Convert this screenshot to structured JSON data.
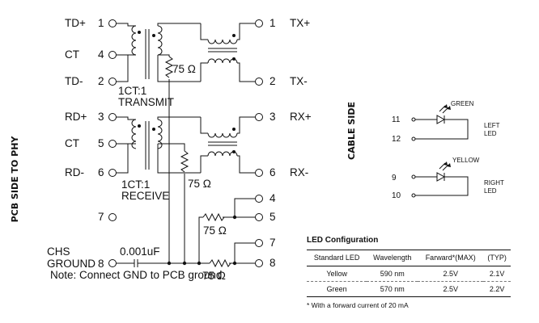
{
  "left_side_label": "PCB SIDE TO PHY",
  "right_side_label": "CABLE SIDE",
  "pcb_pins": [
    {
      "name": "TD+",
      "num": "1"
    },
    {
      "name": "CT",
      "num": "4"
    },
    {
      "name": "TD-",
      "num": "2"
    },
    {
      "name": "RD+",
      "num": "3"
    },
    {
      "name": "CT",
      "num": "5"
    },
    {
      "name": "RD-",
      "num": "6"
    }
  ],
  "nc_pin": "7",
  "chassis": {
    "line1": "CHS",
    "line2": "GROUND",
    "num": "8",
    "cap": "0.001uF"
  },
  "transmit_block": {
    "ratio": "1CT:1",
    "name": "TRANSMIT"
  },
  "receive_block": {
    "ratio": "1CT:1",
    "name": "RECEIVE"
  },
  "resistor_value": "75 Ω",
  "cable_pins": [
    {
      "num": "1",
      "name": "TX+"
    },
    {
      "num": "2",
      "name": "TX-"
    },
    {
      "num": "3",
      "name": "RX+"
    },
    {
      "num": "6",
      "name": "RX-"
    },
    {
      "num": "4",
      "name": ""
    },
    {
      "num": "5",
      "name": ""
    },
    {
      "num": "7",
      "name": ""
    },
    {
      "num": "8",
      "name": ""
    }
  ],
  "note": "Note: Connect GND to PCB ground",
  "leds": [
    {
      "pin_a": "11",
      "pin_b": "12",
      "color": "GREEN",
      "label": "LEFT LED"
    },
    {
      "pin_a": "9",
      "pin_b": "10",
      "color": "YELLOW",
      "label": "RIGHT LED"
    }
  ],
  "led_table": {
    "title": "LED Configuration",
    "headers": [
      "Standard LED",
      "Wavelength",
      "Farward*(MAX)",
      "(TYP)"
    ],
    "rows": [
      [
        "Yellow",
        "590 nm",
        "2.5V",
        "2.1V"
      ],
      [
        "Green",
        "570 nm",
        "2.5V",
        "2.2V"
      ]
    ],
    "footnote": "* With a forward current of 20 mA"
  }
}
